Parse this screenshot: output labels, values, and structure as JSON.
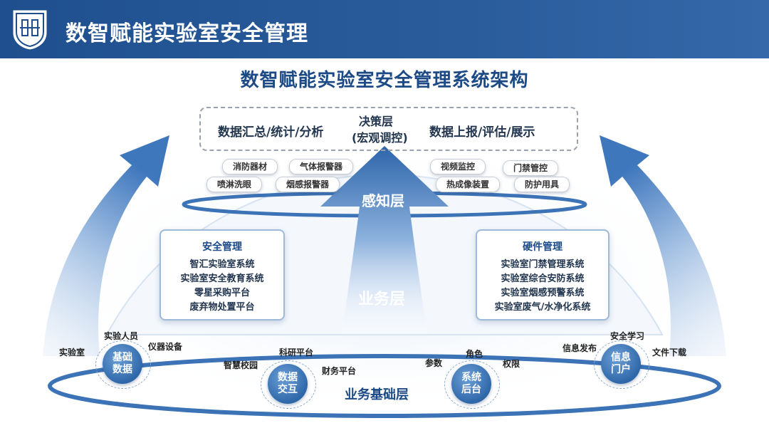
{
  "header": {
    "title": "数智赋能实验室安全管理"
  },
  "main_title": "数智赋能实验室安全管理系统架构",
  "decision": {
    "left": "数据汇总/统计/分析",
    "center_line1": "决策层",
    "center_line2": "(宏观调控)",
    "right": "数据上报/评估/展示"
  },
  "sensors": [
    "消防器材",
    "气体报警器",
    "喷淋洗眼",
    "烟感报警器",
    "视频监控",
    "门禁管控",
    "热成像装置",
    "防护用具"
  ],
  "layers": {
    "perception": "感知层",
    "business": "业务层",
    "foundation": "业务基础层"
  },
  "panels": {
    "safety": {
      "title": "安全管理",
      "items": [
        "智汇实验室系统",
        "实验室安全教育系统",
        "零星采购平台",
        "废弃物处置平台"
      ]
    },
    "hardware": {
      "title": "硬件管理",
      "items": [
        "实验室门禁管理系统",
        "实验室综合安防系统",
        "实验室烟感预警系统",
        "实验室废气/水净化系统"
      ]
    }
  },
  "nodes": {
    "base_data": {
      "line1": "基础",
      "line2": "数据",
      "tags": [
        "实验室",
        "实验人员",
        "仪器设备"
      ]
    },
    "data_exchange": {
      "line1": "数据",
      "line2": "交互",
      "tags": [
        "智慧校园",
        "科研平台",
        "财务平台"
      ]
    },
    "system_backend": {
      "line1": "系统",
      "line2": "后台",
      "tags": [
        "参数",
        "角色",
        "权限"
      ]
    },
    "info_portal": {
      "line1": "信息",
      "line2": "门户",
      "tags": [
        "信息发布",
        "安全学习",
        "文件下载"
      ]
    }
  }
}
